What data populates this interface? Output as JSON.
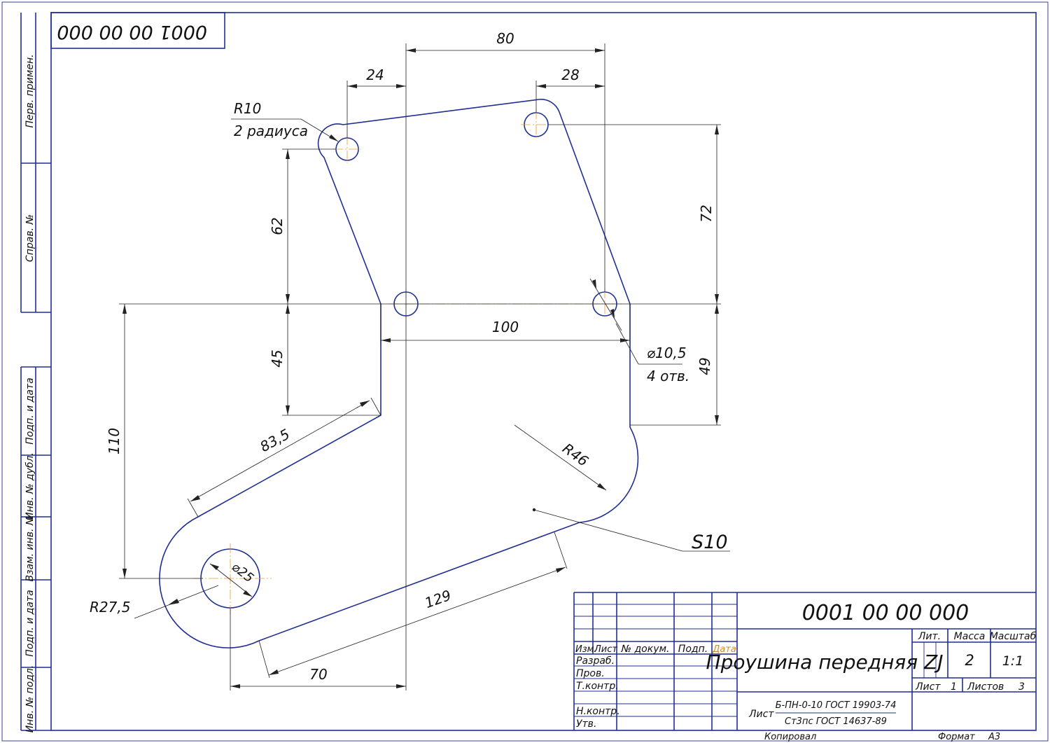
{
  "doc_number_top": "0001 00 00 000",
  "side_stamps": {
    "perv_primen": "Перв. примен.",
    "sprav_no": "Справ. №",
    "podp_data_1": "Подп. и дата",
    "inv_dubl": "Инв. № дубл.",
    "vzam_inv": "Взам. инв. №",
    "podp_data_2": "Подп. и дата",
    "inv_podl": "Инв. № подл."
  },
  "dimensions": {
    "d80": "80",
    "d24": "24",
    "d28": "28",
    "r10": "R10",
    "r10_note": "2 радиуса",
    "d62": "62",
    "d72": "72",
    "d100": "100",
    "d45": "45",
    "d49": "49",
    "hole": "⌀10,5",
    "hole_note": "4 отв.",
    "d110": "110",
    "d83_5": "83,5",
    "r46": "R46",
    "s10": "S10",
    "d25": "⌀25",
    "r27_5": "R27,5",
    "d129": "129",
    "d70": "70"
  },
  "title_block": {
    "doc_number": "0001 00 00 000",
    "title": "Проушина передняя ZJ",
    "col_izm": "Изм.",
    "col_list": "Лист",
    "col_doc": "№ докум.",
    "col_podp": "Подп.",
    "col_data": "Дата",
    "razrab": "Разраб.",
    "prov": "Пров.",
    "tkontr": "Т.контр.",
    "nkontr": "Н.контр.",
    "utv": "Утв.",
    "lit": "Лит.",
    "massa": "Масса",
    "masshtab": "Масштаб",
    "massa_val": "2",
    "masshtab_val": "1:1",
    "list_label": "Лист",
    "list_val": "1",
    "listov_label": "Листов",
    "listov_val": "3",
    "material_label": "Лист",
    "material_top": "Б-ПН-0-10 ГОСТ 19903-74",
    "material_bottom": "Ст3пс ГОСТ 14637-89"
  },
  "footer": {
    "kopiroval": "Копировал",
    "format_label": "Формат",
    "format_val": "А3"
  }
}
